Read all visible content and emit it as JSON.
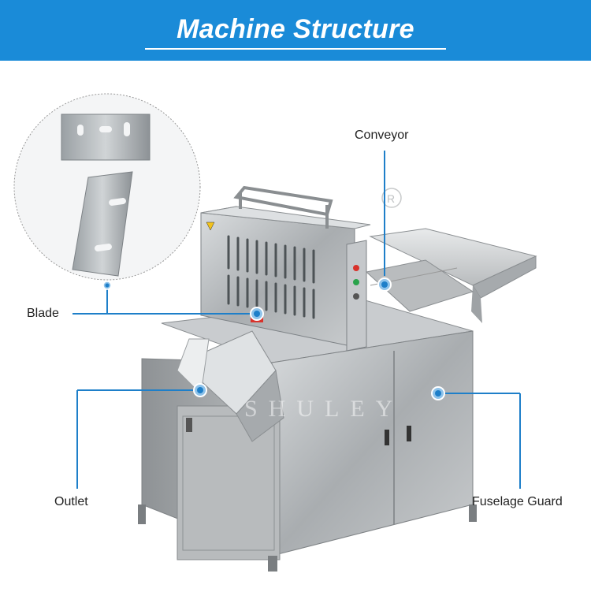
{
  "header": {
    "title": "Machine Structure",
    "background_color": "#1a8bd8",
    "text_color": "#ffffff"
  },
  "callouts": {
    "conveyor": "Conveyor",
    "blade": "Blade",
    "outlet": "Outlet",
    "fuselage_guard": "Fuselage Guard"
  },
  "accent_color": "#1e7fc9",
  "images": {
    "machine": "stainless-steel-cutting-machine",
    "blade_inset": "blade-detail-inset"
  }
}
